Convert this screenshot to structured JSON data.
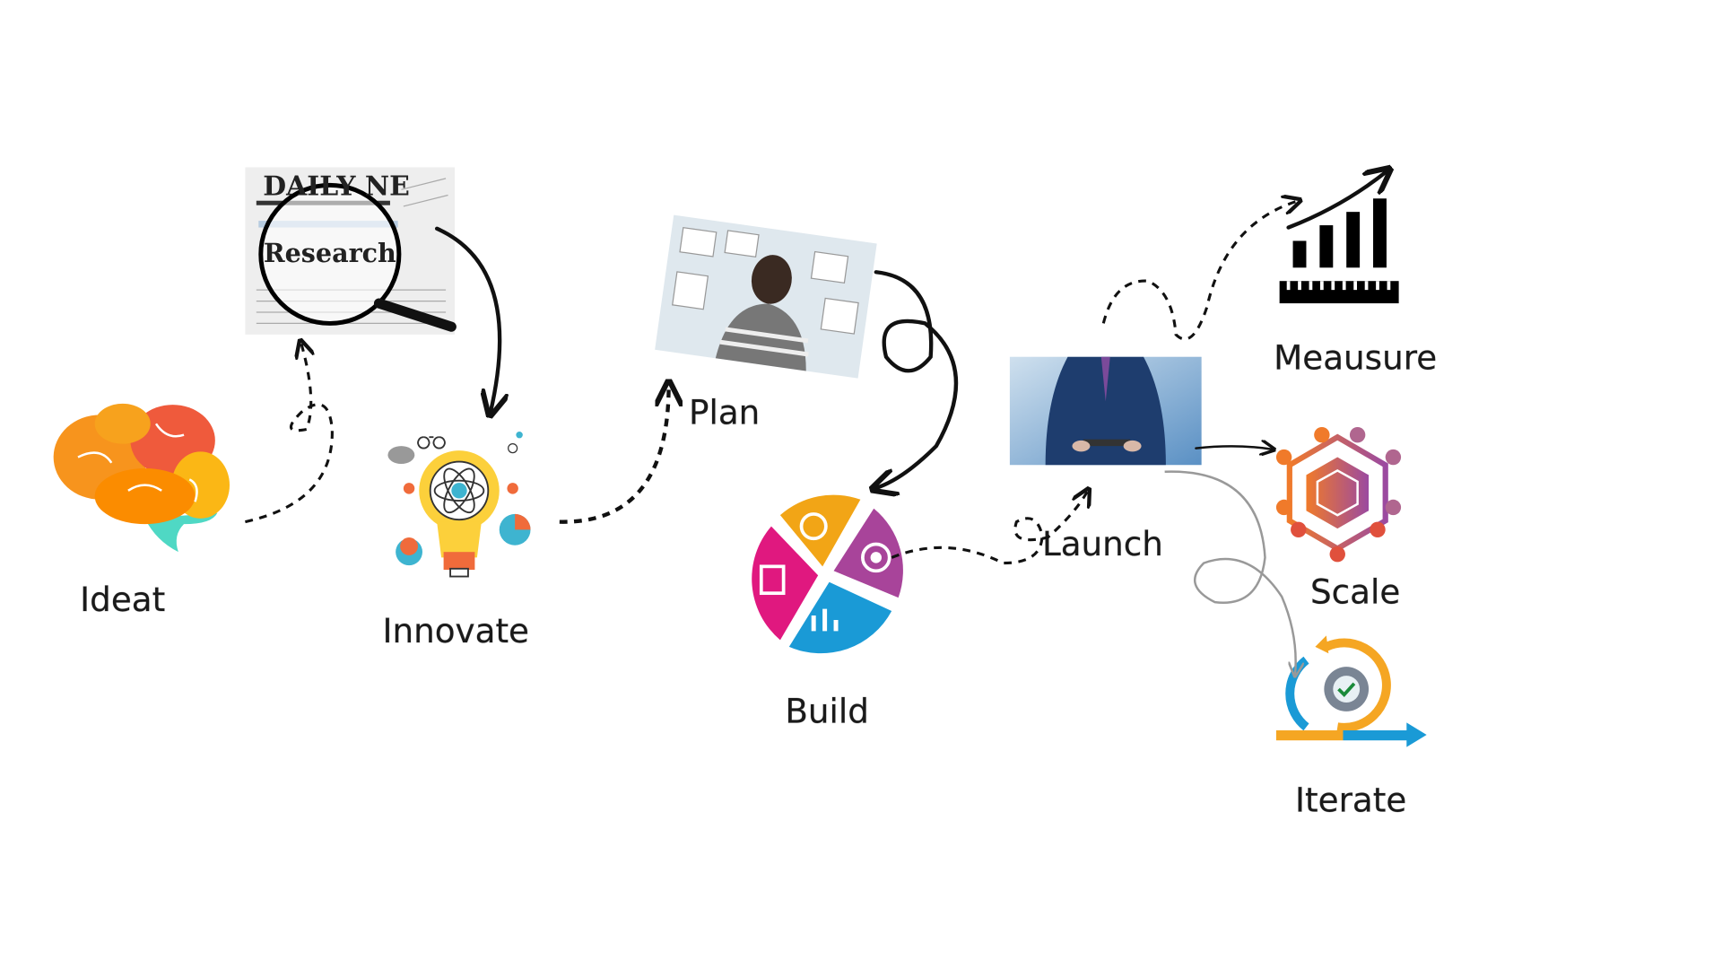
{
  "steps": {
    "ideat": "Ideat",
    "research": "Research",
    "innovate": "Innovate",
    "plan": "Plan",
    "build": "Build",
    "launch": "Launch",
    "measure": "Meausure",
    "scale": "Scale",
    "iterate": "Iterate"
  },
  "research_image": {
    "masthead": "DAILY NE",
    "headline": "Research"
  },
  "colors": {
    "brain_orange": "#f7941d",
    "brain_red": "#ef5a3c",
    "brain_yellow": "#fbb715",
    "brain_teal": "#4fd8c4",
    "build_orange": "#f2a516",
    "build_purple": "#a8449a",
    "build_magenta": "#e0187f",
    "build_blue": "#1a9ad6"
  }
}
